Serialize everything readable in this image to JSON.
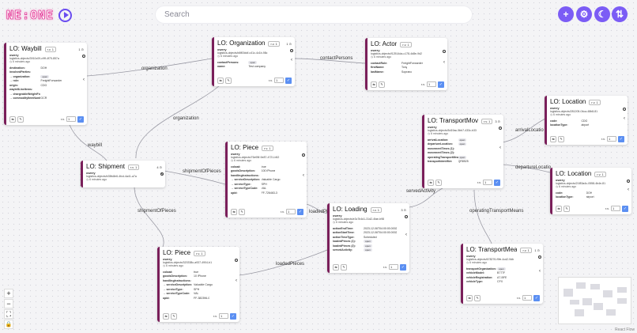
{
  "app": {
    "logo_text_a": "NE",
    "logo_text_sep": ":",
    "logo_text_b": "ONE",
    "play_icon": "play-circle-icon"
  },
  "search": {
    "placeholder": "Search"
  },
  "toolbar": {
    "buttons": [
      {
        "icon": "plus-icon",
        "glyph": "+"
      },
      {
        "icon": "gear-icon",
        "glyph": "⚙"
      },
      {
        "icon": "moon-icon",
        "glyph": "☾"
      },
      {
        "icon": "sort-arrows-icon",
        "glyph": "⇅"
      }
    ]
  },
  "edges": {
    "organization_top": "organization",
    "contactPersons": "contactPersons",
    "organization_mid": "organization",
    "waybill": "waybill",
    "shipmentOfPieces_a": "shipmentOfPieces",
    "shipmentOfPieces_b": "shipmentOfPieces",
    "loadedPieces_a": "loadedPi",
    "loadedPieces_b": "loadedPieces",
    "servedActivity": "servedActivity",
    "arrivalLocation": "arrivalLocatio",
    "departureLocation": "departureLocatio",
    "operatingTransportMeans": "operatingTransportMeans"
  },
  "common": {
    "owner": "owery",
    "time": "6 minutes ago",
    "v_label": "r.v.",
    "v_value": "1",
    "ok": "✓",
    "share_glyph": "⇆",
    "edit_glyph": "✎",
    "chevron": "‹"
  },
  "nodes": {
    "waybill": {
      "title": "LO: Waybill",
      "ver": "r.v. 1",
      "cnt": "1 ⊙",
      "uid": "logistics-objects/3910c09-c9ff-4f75-857a",
      "rows": [
        {
          "k": "destination:",
          "v": "DOH"
        },
        {
          "k": "involvedParties:",
          "v": ""
        },
        {
          "k": "→ organization:",
          "v": "open",
          "badge": true
        },
        {
          "k": "→ role:",
          "v": "FreightForwarder"
        },
        {
          "k": "origin:",
          "v": "CDG"
        },
        {
          "k": "waybillLineItems:",
          "v": ""
        },
        {
          "k": "→ chargeableWeightForRa te:",
          "v": ""
        },
        {
          "k": "→ commodityItemNumber:",
          "v": "GCR"
        }
      ]
    },
    "organization": {
      "title": "LO: Organization",
      "ver": "r.v. 1",
      "cnt": "1 ⊙",
      "uid": "logistics-objects/b8f00ddf-c41c-4c1b-98c",
      "rows": [
        {
          "k": "contactPersons:",
          "v": "open",
          "badge": true
        },
        {
          "k": "name:",
          "v": "Test company"
        }
      ]
    },
    "actor": {
      "title": "LO: Actor",
      "ver": "r.v. 1",
      "cnt": "",
      "uid": "logistics-objects/f12514da-c178-4d8e-9d2",
      "rows": [
        {
          "k": "contactRole:",
          "v": "FreightForwarder"
        },
        {
          "k": "firstName:",
          "v": "Tony"
        },
        {
          "k": "lastName:",
          "v": "Soprano"
        }
      ]
    },
    "transportmov": {
      "title": "LO: TransportMov",
      "ver": "r.v. 1",
      "cnt": "3 ⊙",
      "uid": "logistics-objects/5d19ac-5bb7-433c-b33",
      "rows": [
        {
          "k": "arrivalLocation:",
          "v": "open",
          "badge": true
        },
        {
          "k": "departureLocation:",
          "v": "open",
          "badge": true
        },
        {
          "k": "movementTimes (1):",
          "v": ""
        },
        {
          "k": "movementTimes (2):",
          "v": ""
        },
        {
          "k": "operatingTransportMean s:",
          "v": "open",
          "badge": true
        },
        {
          "k": "transportIdentifier:",
          "v": "QR8525"
        }
      ]
    },
    "location1": {
      "title": "LO: Location",
      "ver": "r.v. 1",
      "cnt": "",
      "uid": "logistics-objects/281205-04ca-48b8-81",
      "rows": [
        {
          "k": "code:",
          "v": "CDG"
        },
        {
          "k": "locationType:",
          "v": "airport"
        }
      ]
    },
    "location2": {
      "title": "LO: Location",
      "ver": "r.v. 1",
      "cnt": "",
      "uid": "logistics-objects/21f83a4c-0558-4b4e-81",
      "rows": [
        {
          "k": "code:",
          "v": "DOH"
        },
        {
          "k": "locationType:",
          "v": "airport"
        }
      ]
    },
    "shipment": {
      "title": "LO: Shipment",
      "ver": "r.v. 1",
      "cnt": "4 ⊙",
      "uid": "logistics-objects/b35fc8e6-4fcd-4a41-a7a",
      "rows": []
    },
    "piece1": {
      "title": "LO: Piece",
      "ver": "r.v. 1",
      "cnt": "",
      "uid": "logistics-objects/76e95f-9e87-4721-b52",
      "rows": [
        {
          "k": "coload:",
          "v": "true"
        },
        {
          "k": "goodsDescription:",
          "v": "100 iPhone"
        },
        {
          "k": "handlingInstructions:",
          "v": ""
        },
        {
          "k": "→ serviceDescription:",
          "v": "Valuable Cargo"
        },
        {
          "k": "→ serviceType:",
          "v": "SPH"
        },
        {
          "k": "→ serviceTypeCode:",
          "v": "VAL"
        },
        {
          "k": "upid:",
          "v": "FF-726463-3"
        }
      ]
    },
    "loading": {
      "title": "LO: Loading",
      "ver": "r.v. 1",
      "cnt": "3 ⊙",
      "uid": "logistics-objects/e3c7b4d1-31d2-4fae-b98",
      "rows": [
        {
          "k": "actionEndTime:",
          "v": "2023-12-06T04:00:00.0002"
        },
        {
          "k": "actionStartTime:",
          "v": "2023-12-06T04:00:00.0002"
        },
        {
          "k": "actionTimeType:",
          "v": "Scheduled"
        },
        {
          "k": "loadedPieces (1):",
          "v": "open",
          "badge": true
        },
        {
          "k": "loadedPieces (2):",
          "v": "open",
          "badge": true
        },
        {
          "k": "servedActivity:",
          "v": "open",
          "badge": true
        }
      ]
    },
    "piece2": {
      "title": "LO: Piece",
      "ver": "r.v. 1",
      "cnt": "",
      "uid": "logistics-objects/320338c-a937-4904-b1",
      "rows": [
        {
          "k": "coload:",
          "v": "true"
        },
        {
          "k": "goodsDescription:",
          "v": "10 iPhone"
        },
        {
          "k": "handlingInstructions:",
          "v": ""
        },
        {
          "k": "→ serviceDescription:",
          "v": "Valuable Cargo"
        },
        {
          "k": "→ serviceType:",
          "v": "SPH"
        },
        {
          "k": "→ serviceTypeCode:",
          "v": "VAL"
        },
        {
          "k": "upid:",
          "v": "FF-382396-0"
        }
      ]
    },
    "transportmea": {
      "title": "LO: TransportMea",
      "ver": "r.v. 1",
      "cnt": "1 ⊙",
      "uid": "logistics-objects/678276-f9fe-4cd2-9db",
      "rows": [
        {
          "k": "transportOrganization:",
          "v": "open",
          "badge": true
        },
        {
          "k": "vehicleModel:",
          "v": "B777F"
        },
        {
          "k": "vehicleRegistration:",
          "v": "A7-BFE"
        },
        {
          "k": "vehicleType:",
          "v": "CFX"
        }
      ]
    }
  },
  "controls": [
    {
      "icon": "zoom-in-icon",
      "glyph": "+"
    },
    {
      "icon": "zoom-out-icon",
      "glyph": "−"
    },
    {
      "icon": "fit-view-icon",
      "glyph": "⛶"
    },
    {
      "icon": "lock-icon",
      "glyph": "🔒"
    }
  ],
  "attribution": "React Flow"
}
